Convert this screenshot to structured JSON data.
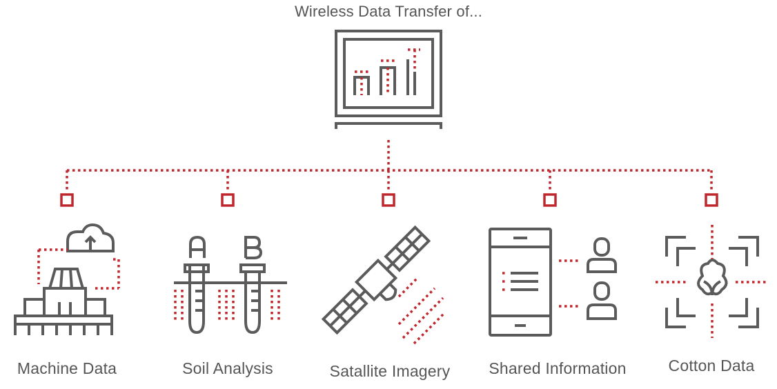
{
  "title": "Wireless Data Transfer of...",
  "nodes": [
    {
      "label": "Machine Data",
      "icon": "tractor-cloud-icon"
    },
    {
      "label": "Soil Analysis",
      "icon": "test-tubes-icon"
    },
    {
      "label": "Satallite Imagery",
      "icon": "satellite-icon"
    },
    {
      "label": "Shared Information",
      "icon": "tablet-users-icon"
    },
    {
      "label": "Cotton Data",
      "icon": "cotton-focus-icon"
    }
  ],
  "colors": {
    "accent": "#c0272d",
    "stroke": "#5b5b5b",
    "text": "#555555"
  }
}
